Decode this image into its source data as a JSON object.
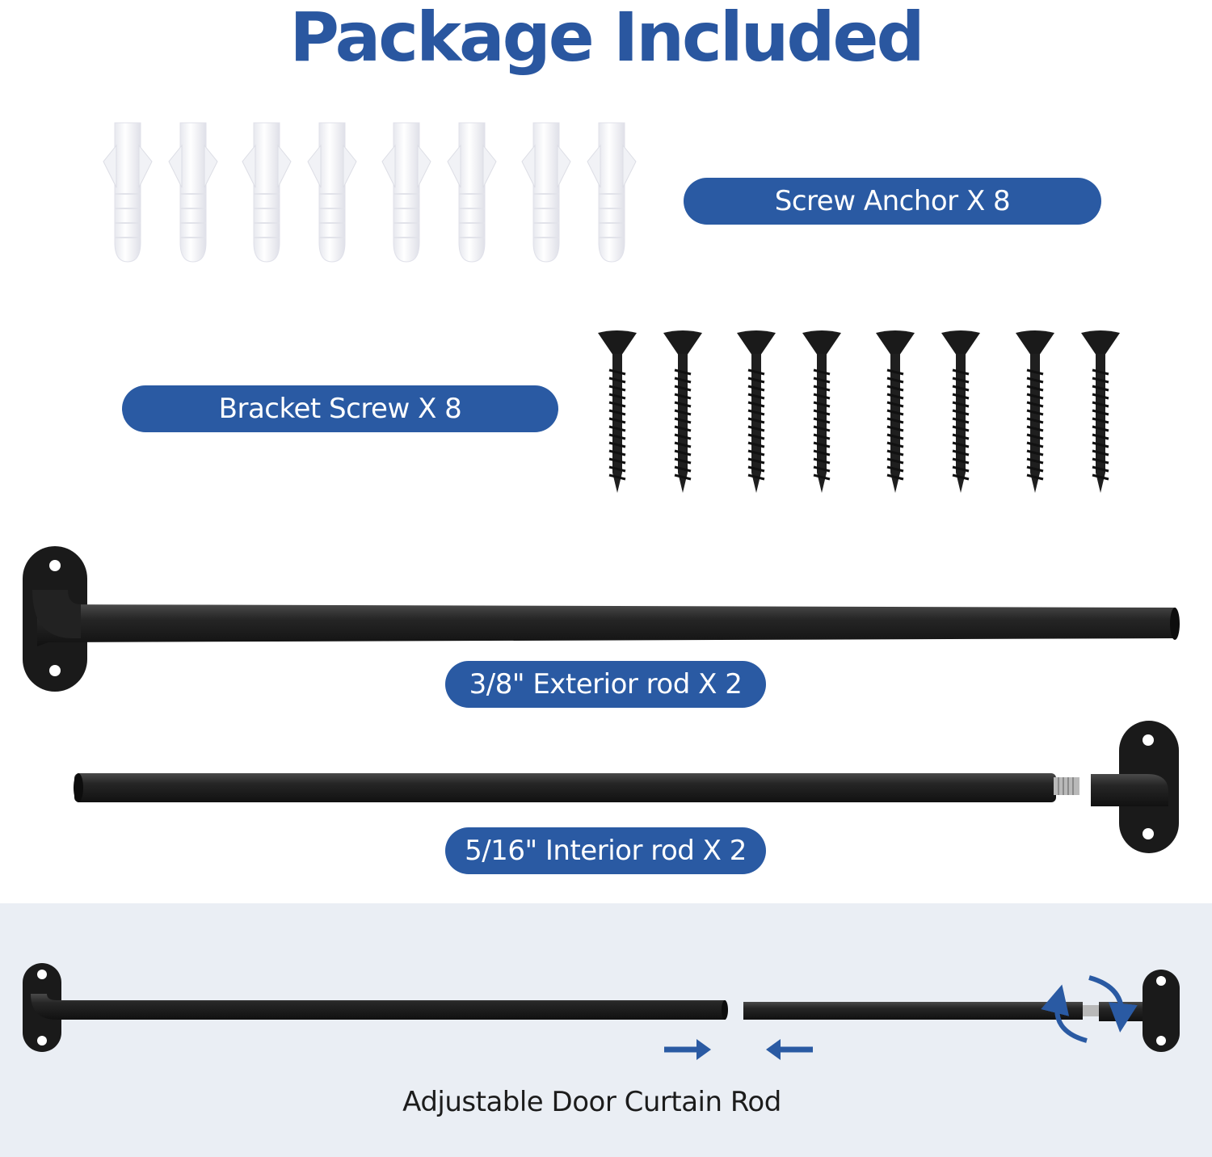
{
  "header": {
    "title": "Package Included"
  },
  "items": {
    "screw_anchor": {
      "label": "Screw Anchor X 8",
      "count": 8
    },
    "bracket_screw": {
      "label": "Bracket Screw X 8",
      "count": 8
    },
    "exterior_rod": {
      "label": "3/8\" Exterior rod X 2"
    },
    "interior_rod": {
      "label": "5/16\" Interior rod X 2"
    }
  },
  "assembly": {
    "label": "Adjustable Door Curtain Rod"
  },
  "colors": {
    "brand_blue": "#2a5aa3",
    "rod_black": "#1e1e1e",
    "anchor_white": "#f4f4f8",
    "panel_bg": "#eaeef4"
  }
}
